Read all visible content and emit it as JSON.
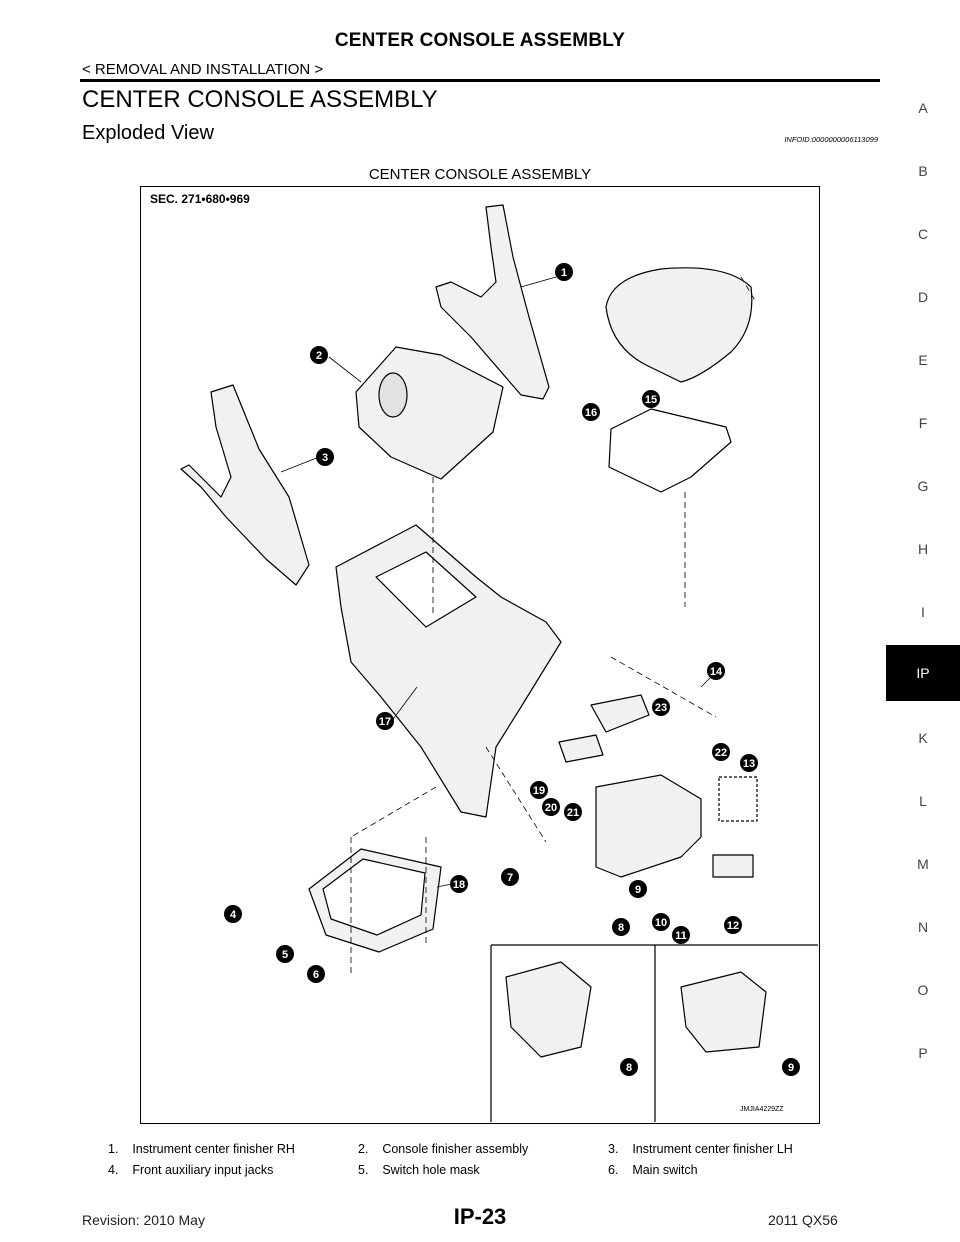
{
  "header": {
    "title": "CENTER CONSOLE ASSEMBLY",
    "breadcrumb": "< REMOVAL AND INSTALLATION >"
  },
  "section": {
    "title": "CENTER CONSOLE ASSEMBLY",
    "subtitle": "Exploded View",
    "info_id": "INFOID:0000000006113099"
  },
  "figure": {
    "caption": "CENTER CONSOLE ASSEMBLY",
    "sec_label": "SEC. 271•680•969",
    "image_code": "JMJIA4229ZZ",
    "callouts": [
      "1",
      "2",
      "3",
      "4",
      "5",
      "6",
      "7",
      "8",
      "9",
      "10",
      "11",
      "12",
      "13",
      "14",
      "15",
      "16",
      "17",
      "18",
      "19",
      "20",
      "21",
      "22",
      "23",
      "8",
      "9"
    ]
  },
  "legend": [
    [
      "1.",
      "Instrument center finisher RH"
    ],
    [
      "2.",
      "Console finisher assembly"
    ],
    [
      "3.",
      "Instrument center finisher LH"
    ],
    [
      "4.",
      "Front auxiliary input jacks"
    ],
    [
      "5.",
      "Switch hole mask"
    ],
    [
      "6.",
      "Main switch"
    ]
  ],
  "legend_text": [
    "1.    Instrument center finisher RH",
    "2.    Console finisher assembly",
    "3.    Instrument center finisher LH",
    "4.    Front auxiliary input jacks",
    "5.    Switch hole mask",
    "6.    Main switch"
  ],
  "side_tabs": [
    "A",
    "B",
    "C",
    "D",
    "E",
    "F",
    "G",
    "H",
    "I",
    "IP",
    "K",
    "L",
    "M",
    "N",
    "O",
    "P"
  ],
  "active_tab": "IP",
  "footer": {
    "page": "IP-23",
    "revision": "Revision: 2010 May",
    "model": "2011 QX56"
  }
}
